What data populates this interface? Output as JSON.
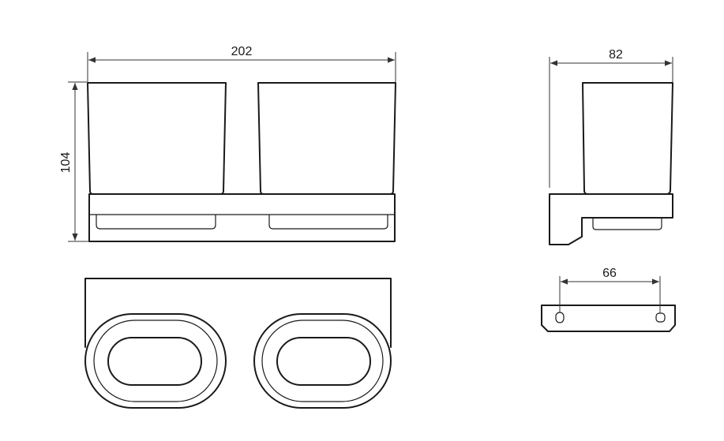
{
  "dimensions": {
    "total_width": "202",
    "height": "104",
    "depth": "82",
    "mount_spacing": "66"
  },
  "colors": {
    "line": "#1a1a1a",
    "background": "#ffffff"
  }
}
